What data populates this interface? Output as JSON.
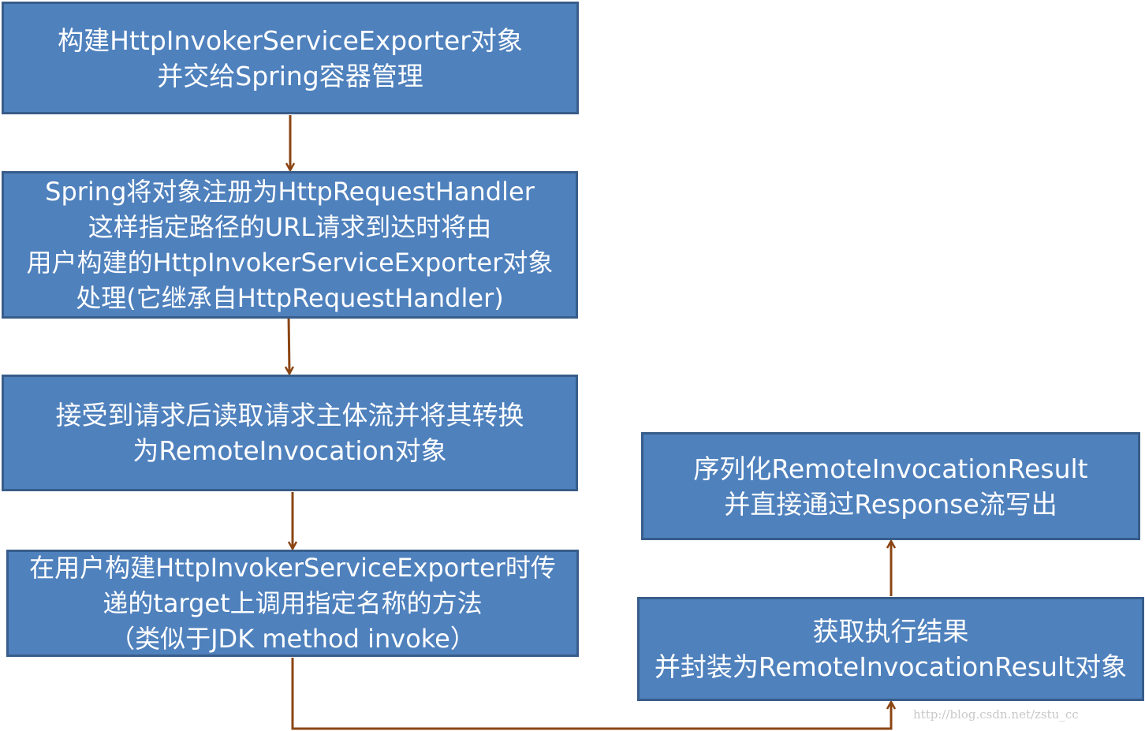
{
  "diagram": {
    "steps": [
      {
        "id": "step-1",
        "lines": [
          "构建HttpInvokerServiceExporter对象",
          "并交给Spring容器管理"
        ]
      },
      {
        "id": "step-2",
        "lines": [
          "Spring将对象注册为HttpRequestHandler",
          "这样指定路径的URL请求到达时将由",
          "用户构建的HttpInvokerServiceExporter对象",
          "处理(它继承自HttpRequestHandler)"
        ]
      },
      {
        "id": "step-3",
        "lines": [
          "接受到请求后读取请求主体流并将其转换",
          "为RemoteInvocation对象"
        ]
      },
      {
        "id": "step-4",
        "lines": [
          "在用户构建HttpInvokerServiceExporter时传",
          "递的target上调用指定名称的方法",
          "（类似于JDK method invoke）"
        ]
      },
      {
        "id": "step-5",
        "lines": [
          "获取执行结果",
          "并封装为RemoteInvocationResult对象"
        ]
      },
      {
        "id": "step-6",
        "lines": [
          "序列化RemoteInvocationResult",
          "并直接通过Response流写出"
        ]
      }
    ],
    "edges": [
      {
        "from": "step-1",
        "to": "step-2"
      },
      {
        "from": "step-2",
        "to": "step-3"
      },
      {
        "from": "step-3",
        "to": "step-4"
      },
      {
        "from": "step-4",
        "to": "step-5"
      },
      {
        "from": "step-5",
        "to": "step-6"
      }
    ],
    "colors": {
      "box_fill": "#4f81bd",
      "box_border": "#385d8a",
      "box_text": "#ffffff",
      "arrow": "#8b4513"
    }
  },
  "watermark": "http://blog.csdn.net/zstu_cc"
}
